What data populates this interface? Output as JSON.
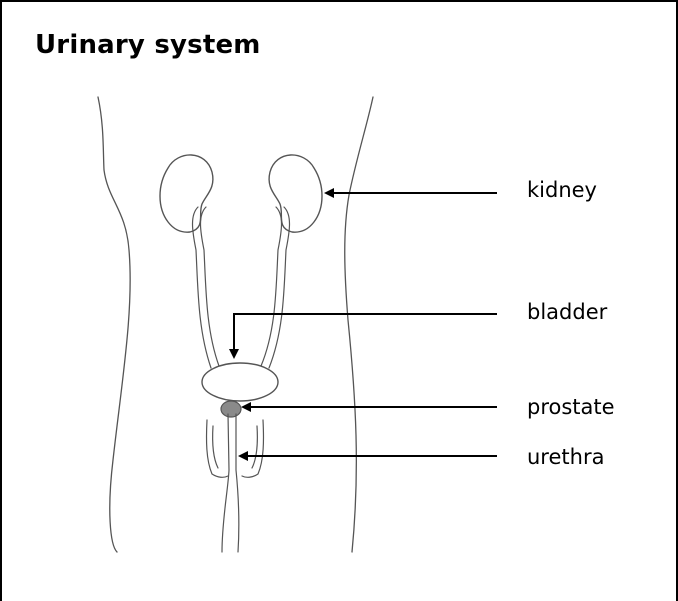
{
  "title": "Urinary system",
  "labels": {
    "kidney": "kidney",
    "bladder": "bladder",
    "prostate": "prostate",
    "urethra": "urethra"
  },
  "colors": {
    "outline": "#555555",
    "arrow": "#000000",
    "prostate_fill": "#8a8a8a",
    "background": "#ffffff"
  }
}
